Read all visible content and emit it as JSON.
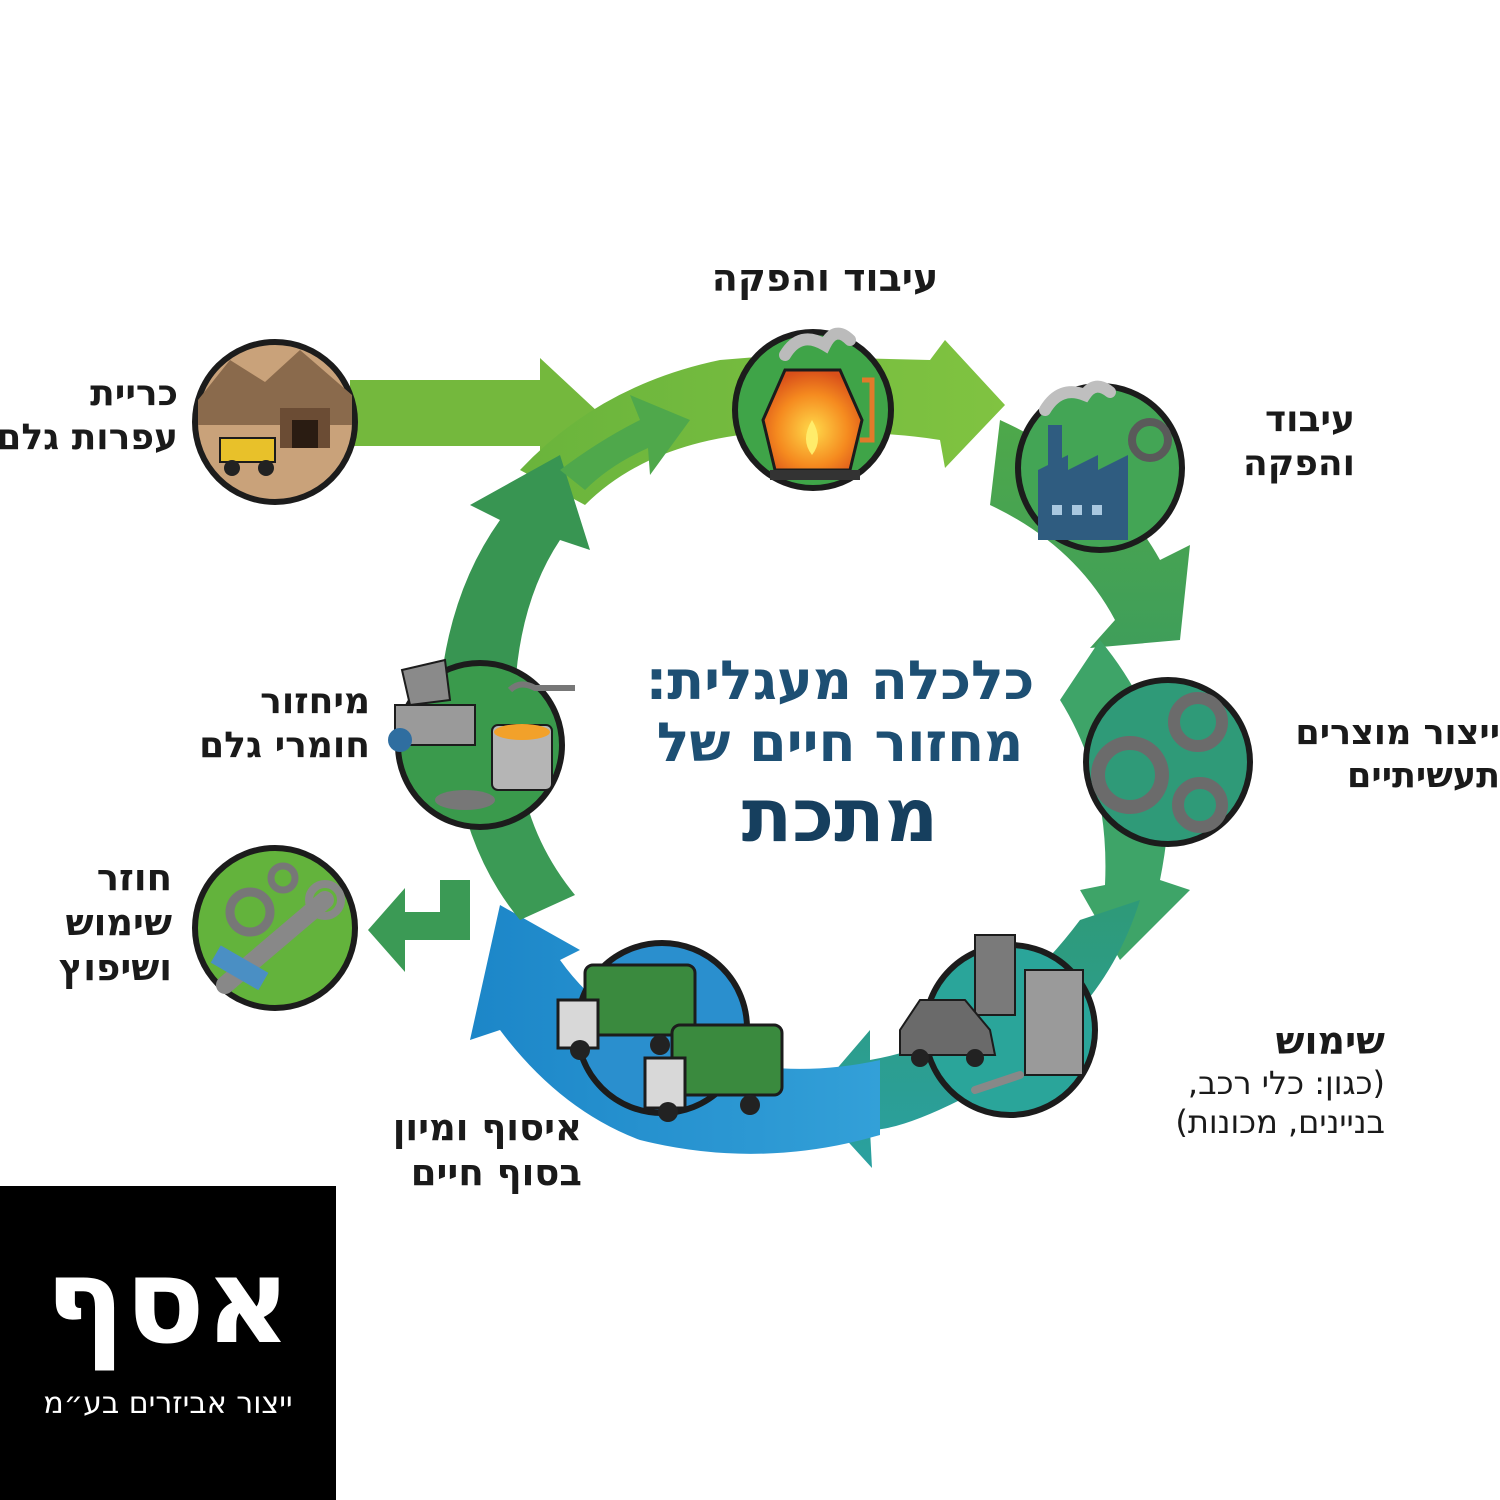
{
  "center": {
    "line1": "כלכלה מעגלית:",
    "line2": "מחזור חיים של",
    "line3": "מתכת"
  },
  "stages": {
    "mining": {
      "line1": "כריית",
      "line2": "עפרות גלם"
    },
    "smelting": {
      "line1": "עיבוד והפקה"
    },
    "processing": {
      "line1": "עיבוד",
      "line2": "והפקה"
    },
    "manufacturing": {
      "line1": "ייצור מוצרים",
      "line2": "תעשיתיים"
    },
    "usage": {
      "line1": "שימוש",
      "line2": "(כגון: כלי רכב,",
      "line3": "בניינים, מכונות)"
    },
    "collection": {
      "line1": "איסוף ומיון",
      "line2": "בסוף חיים"
    },
    "recycling": {
      "line1": "מיחזור",
      "line2": "חומרי גלם"
    },
    "reuse": {
      "line1": "חוזר",
      "line2": "שימוש",
      "line3": "ושיפוץ"
    }
  },
  "logo": {
    "word": "אסף",
    "tagline": "ייצור אביזרים בע״מ"
  },
  "icons": {
    "mining": "mine-truck-icon",
    "smelting": "furnace-icon",
    "processing": "factory-icon",
    "manufacturing": "gears-icon",
    "usage": "car-building-icon",
    "collection": "recycling-truck-icon",
    "recycling": "shredder-ladle-icon",
    "reuse": "wrench-gear-icon"
  },
  "colors": {
    "light_green": "#7cba3a",
    "mid_green": "#4ea34a",
    "dark_green": "#2e8c52",
    "teal": "#27a28a",
    "blue": "#2a8fce",
    "title_blue": "#1d4f73"
  }
}
